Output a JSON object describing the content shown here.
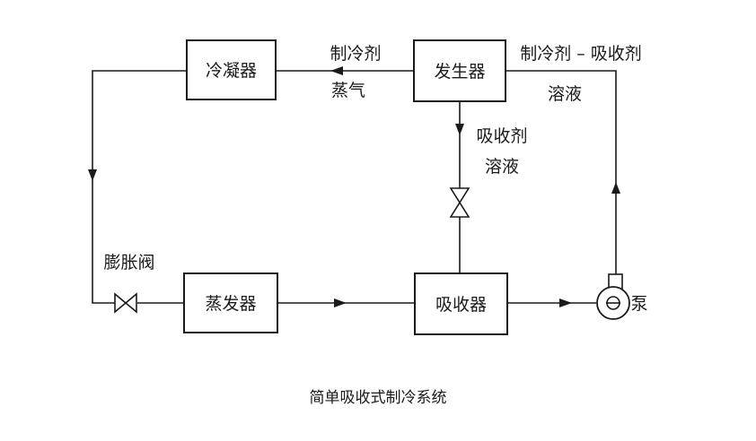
{
  "boxes": {
    "condenser": "冷凝器",
    "generator": "发生器",
    "evaporator": "蒸发器",
    "absorber": "吸收器"
  },
  "labels": {
    "refrigerant_vapor_line1": "制冷剂",
    "refrigerant_vapor_line2": "蒸气",
    "refrigerant_absorbent_line1": "制冷剂 – 吸收剂",
    "refrigerant_absorbent_line2": "溶液",
    "absorbent_solution_line1": "吸收剂",
    "absorbent_solution_line2": "溶液",
    "expansion_valve": "膨胀阀",
    "pump": "泵"
  },
  "caption": "简单吸收式制冷系统"
}
